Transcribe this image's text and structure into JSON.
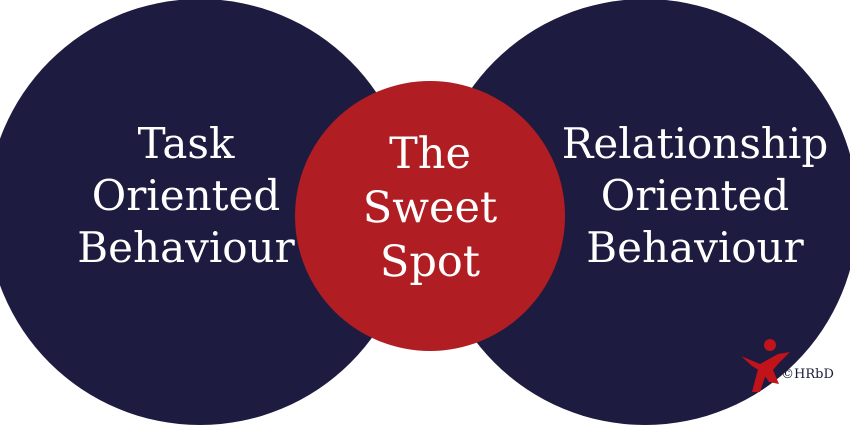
{
  "diagram": {
    "left_circle": {
      "lines": [
        "Task",
        "Oriented",
        "Behaviour"
      ],
      "color": "#1d1b3f"
    },
    "right_circle": {
      "lines": [
        "Relationship",
        "Oriented",
        "Behaviour"
      ],
      "color": "#1d1b3f"
    },
    "center_circle": {
      "lines": [
        "The",
        "Sweet",
        "Spot"
      ],
      "color": "#b01e23"
    },
    "text_color": "#ffffff",
    "logo": {
      "icon": "person-figure-icon",
      "text": "©HRbD",
      "color": "#c0131a"
    }
  }
}
